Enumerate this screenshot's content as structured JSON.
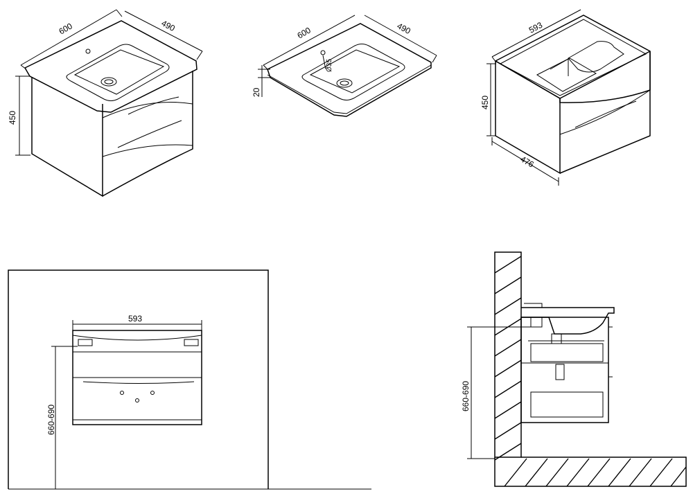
{
  "views": {
    "vanity_iso": {
      "width": "600",
      "depth": "490",
      "height": "450"
    },
    "basin_iso": {
      "width": "600",
      "depth": "490",
      "thickness": "20",
      "tap_hole": "Ø35"
    },
    "cabinet_iso": {
      "width": "593",
      "depth": "476",
      "height": "450"
    },
    "front_view": {
      "width": "593",
      "mount_height": "660-690"
    },
    "side_section": {
      "mount_height": "660-690"
    }
  },
  "colors": {
    "line": "#000000",
    "background": "#ffffff"
  }
}
